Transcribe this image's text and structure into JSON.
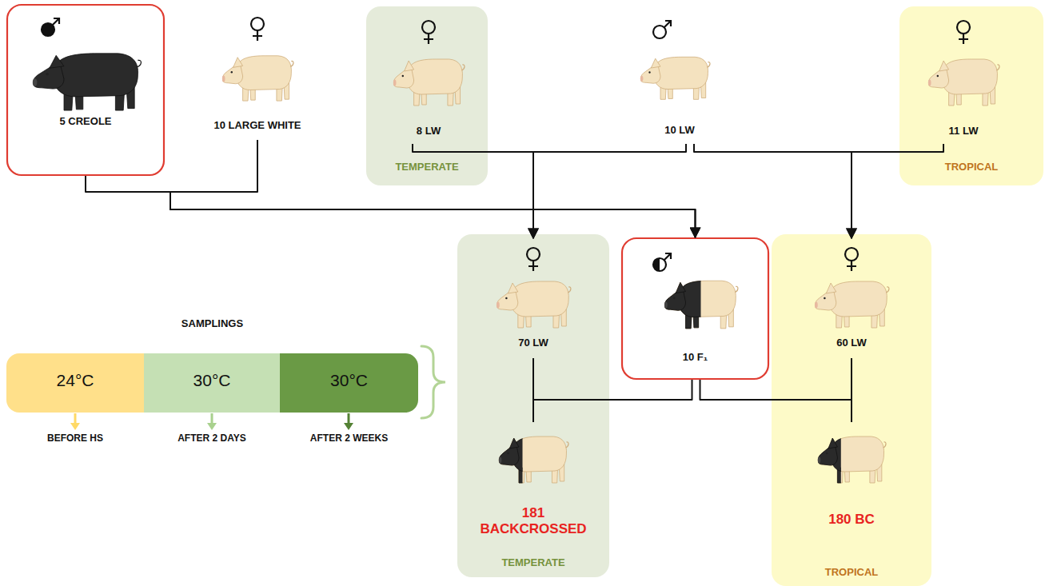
{
  "diagram": {
    "nodes": [
      {
        "text": [
          "5 CREOLE"
        ]
      },
      {
        "text": [
          "10 LARGE WHITE"
        ]
      },
      {
        "text": [
          "TEMPERATE"
        ]
      },
      {
        "text": [
          "8 LW"
        ],
        "in": 2
      },
      {
        "text": [
          "10 LW"
        ]
      },
      {
        "text": [
          "TROPICAL"
        ]
      },
      {
        "text": [
          "11 LW"
        ],
        "in": 5
      },
      {
        "text": [
          "TEMPERATE"
        ]
      },
      {
        "text": [
          "70 LW"
        ],
        "in": 7
      },
      {
        "text": [
          "181 BACKCROSSED"
        ],
        "in": 7
      },
      {
        "text": [
          "10 F₁"
        ]
      },
      {
        "text": [
          "TROPICAL"
        ]
      },
      {
        "text": [
          "60 LW"
        ],
        "in": 11
      },
      {
        "text": [
          "180 BC"
        ],
        "in": 11
      },
      {
        "text": [
          "SAMPLINGS"
        ]
      },
      {
        "text": [
          "24°C",
          "BEFORE HS"
        ],
        "in": 14
      },
      {
        "text": [
          "30°C",
          "AFTER 2 DAYS"
        ],
        "in": 14
      },
      {
        "text": [
          "30°C",
          "AFTER 2 WEEKS"
        ],
        "in": 14
      }
    ],
    "edges": [
      {
        "from": 0,
        "to": 10,
        "arrow": "to"
      },
      {
        "from": 1,
        "to": 10,
        "arrow": "to"
      },
      {
        "from": 3,
        "to": 8,
        "arrow": "to"
      },
      {
        "from": 4,
        "to": 8,
        "arrow": "to"
      },
      {
        "from": 4,
        "to": 12,
        "arrow": "to"
      },
      {
        "from": 6,
        "to": 12,
        "arrow": "to"
      },
      {
        "from": 8,
        "to": 9,
        "arrow": "none"
      },
      {
        "from": 10,
        "to": 9,
        "arrow": "none"
      },
      {
        "from": 10,
        "to": 13,
        "arrow": "none"
      },
      {
        "from": 12,
        "to": 13,
        "arrow": "none"
      }
    ]
  }
}
